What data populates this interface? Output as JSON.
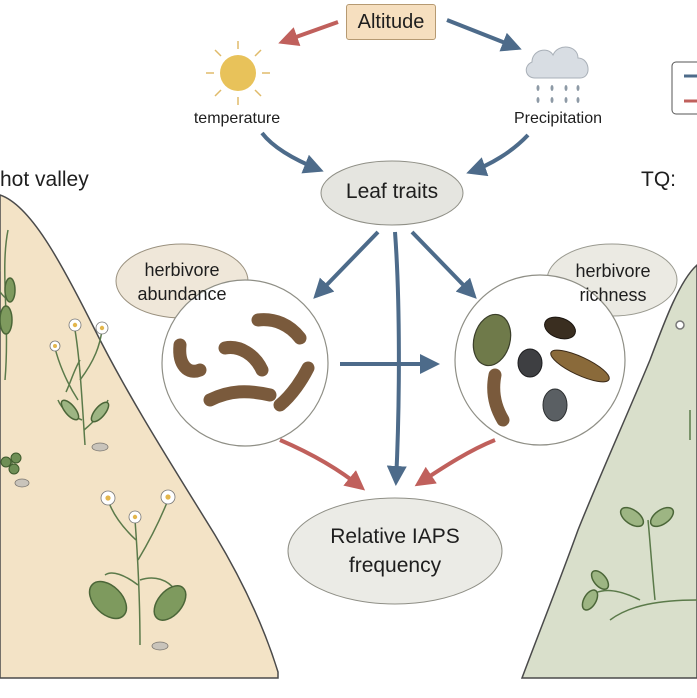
{
  "nodes": {
    "altitude": "Altitude",
    "temperature": "temperature",
    "precipitation": "Precipitation",
    "leaf_traits": "Leaf traits",
    "herbivore_abundance": [
      "herbivore",
      "abundance"
    ],
    "herbivore_richness": [
      "herbivore",
      "richness"
    ],
    "relative_iaps": [
      "Relative IAPS",
      "frequency"
    ]
  },
  "side_labels": {
    "left": "hot valley",
    "right": "TQ:"
  },
  "colors": {
    "positive_arrow": "#4d6b8a",
    "negative_arrow": "#c0605c",
    "left_hill": "#f3e3c6",
    "right_hill": "#d9dfcb",
    "sun": "#e8c25a",
    "cloud": "#d8dde3"
  },
  "icons": [
    "sun-icon",
    "rain-cloud-icon",
    "caterpillar-icon",
    "beetle-icon",
    "flower-icon",
    "clover-icon"
  ]
}
